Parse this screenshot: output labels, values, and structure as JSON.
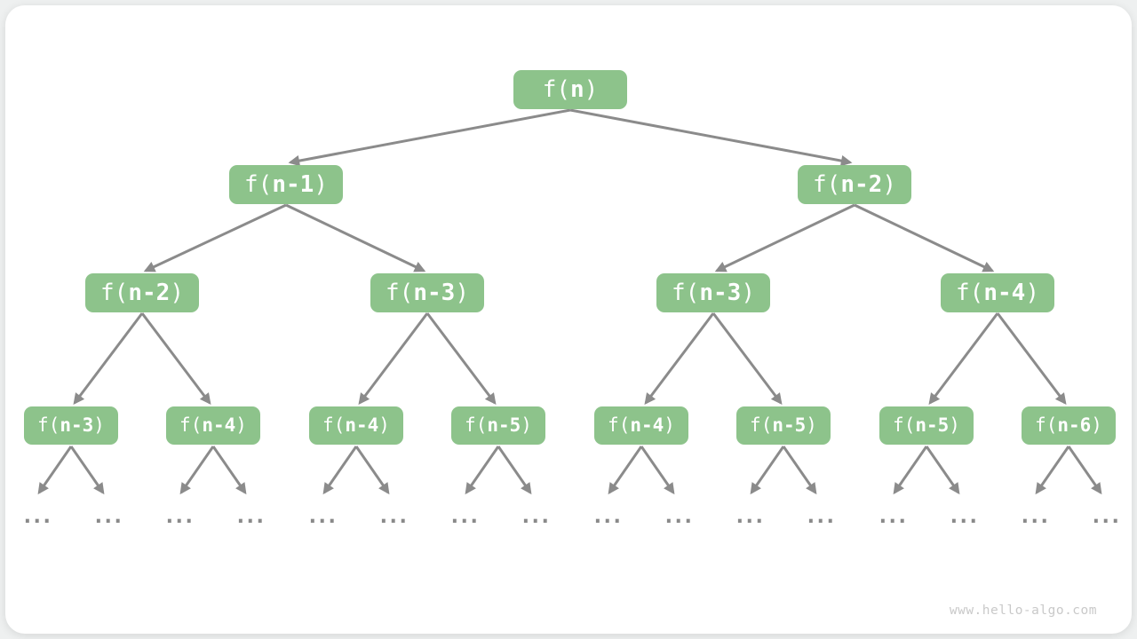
{
  "theme": {
    "page_bg": "#eef0f0",
    "card_bg": "#ffffff",
    "node_fill": "#8dc38b",
    "node_text": "#ffffff",
    "arrow_color": "#8b8b8b",
    "dots_color": "#8a8a8a",
    "watermark_color": "#c9c9c9"
  },
  "tree": {
    "prefix": "f(",
    "suffix": ")",
    "ellipsis": "...",
    "root": {
      "arg": "n"
    },
    "level2": [
      {
        "arg": "n-1"
      },
      {
        "arg": "n-2"
      }
    ],
    "level3": [
      {
        "arg": "n-2"
      },
      {
        "arg": "n-3"
      },
      {
        "arg": "n-3"
      },
      {
        "arg": "n-4"
      }
    ],
    "level4": [
      {
        "arg": "n-3"
      },
      {
        "arg": "n-4"
      },
      {
        "arg": "n-4"
      },
      {
        "arg": "n-5"
      },
      {
        "arg": "n-4"
      },
      {
        "arg": "n-5"
      },
      {
        "arg": "n-5"
      },
      {
        "arg": "n-6"
      }
    ]
  },
  "watermark": "www.hello-algo.com"
}
